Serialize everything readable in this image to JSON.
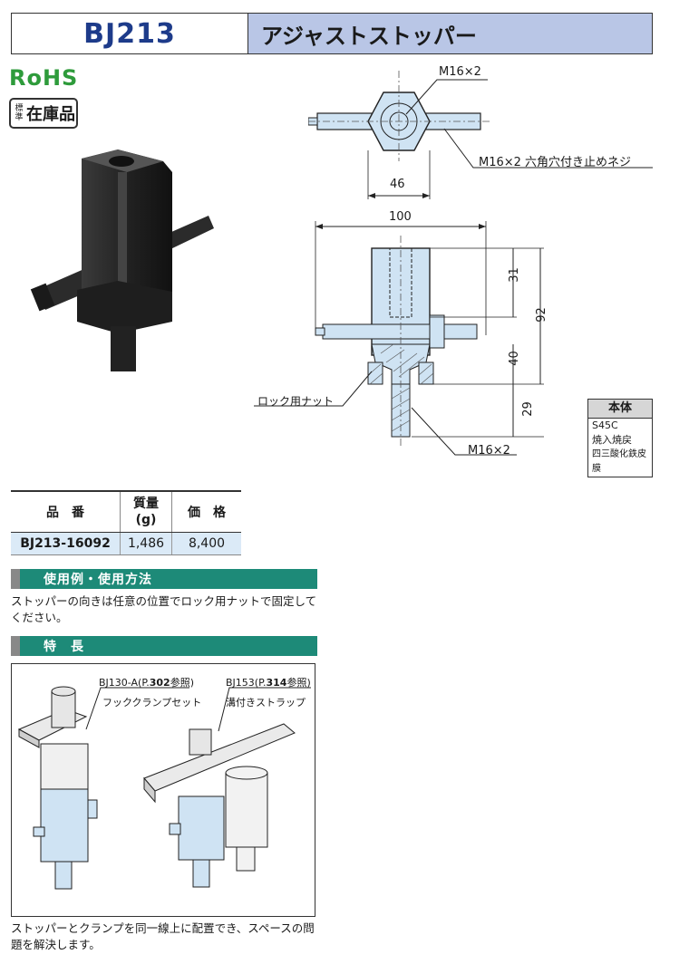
{
  "header": {
    "code": "BJ213",
    "title": "アジャストストッパー"
  },
  "badges": {
    "rohs": "RoHS",
    "stock_small": "標準",
    "stock_big": "在庫品"
  },
  "drawing": {
    "top_thread": "M16×2",
    "side_thread": "M16×2 六角穴付き止めネジ",
    "width_hex": "46",
    "width_total": "100",
    "dim_31": "31",
    "dim_92": "92",
    "dim_40": "40",
    "dim_29": "29",
    "lock_nut": "ロック用ナット",
    "bottom_thread": "M16×2"
  },
  "body_material": {
    "header": "本体",
    "rows": [
      "S45C",
      "焼入焼戻",
      "四三酸化鉄皮膜"
    ]
  },
  "spec_table": {
    "headers": [
      "品　番",
      "質量\n(g)",
      "価　格"
    ],
    "rows": [
      {
        "part": "BJ213-16092",
        "mass": "1,486",
        "price": "8,400"
      }
    ]
  },
  "usage": {
    "title": "使用例・使用方法",
    "text": "ストッパーの向きは任意の位置でロック用ナットで固定してください。"
  },
  "features": {
    "title": "特　長",
    "label1_a": "BJ130-A(P.",
    "label1_b": "302",
    "label1_c": "参照)",
    "label1_sub": "フッククランプセット",
    "label2_a": "BJ153(P.",
    "label2_b": "314",
    "label2_c": "参照)",
    "label2_sub": "溝付きストラップ",
    "text": "ストッパーとクランプを同一線上に配置でき、スペースの問題を解決します。"
  },
  "colors": {
    "accent_blue": "#1d3b8a",
    "header_fill": "#b9c6e6",
    "section": "#1d8a78",
    "part_fill": "#cfe3f3",
    "rohs_green": "#2e9b3b"
  }
}
